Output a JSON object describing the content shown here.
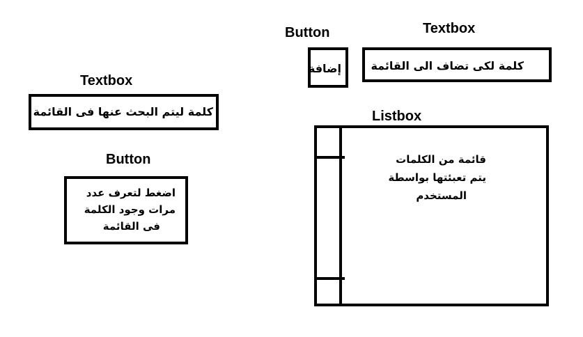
{
  "labels": {
    "button_top": "Button",
    "textbox_top": "Textbox",
    "textbox_left": "Textbox",
    "button_left": "Button",
    "listbox": "Listbox"
  },
  "add_button": {
    "label": "إضافة"
  },
  "add_textbox": {
    "value": "كلمة لكى تضاف الى القائمة"
  },
  "search_textbox": {
    "value": "كلمة ليتم البحث عنها فى القائمة"
  },
  "count_button": {
    "lines": [
      "اضغط لتعرف عدد",
      "مرات وجود الكلمة",
      "فى القائمة"
    ]
  },
  "listbox": {
    "lines": [
      "قائمة من الكلمات",
      "يتم تعبئتها بواسطة",
      "المستخدم"
    ]
  },
  "colors": {
    "stroke": "#000000",
    "background": "#ffffff"
  }
}
